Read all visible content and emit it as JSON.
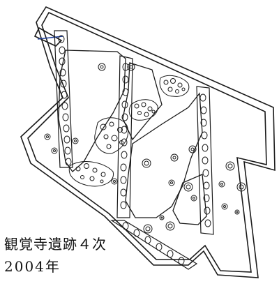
{
  "caption": {
    "title": "観覚寺遺跡４次",
    "year": "2004年"
  },
  "colors": {
    "line": "#1a1a1a",
    "paper": "#ffffff",
    "accent_line": "#1f3f9a"
  },
  "features": {
    "wall_strips": 4,
    "stone_clusters": 4,
    "pit_holes": 20
  }
}
